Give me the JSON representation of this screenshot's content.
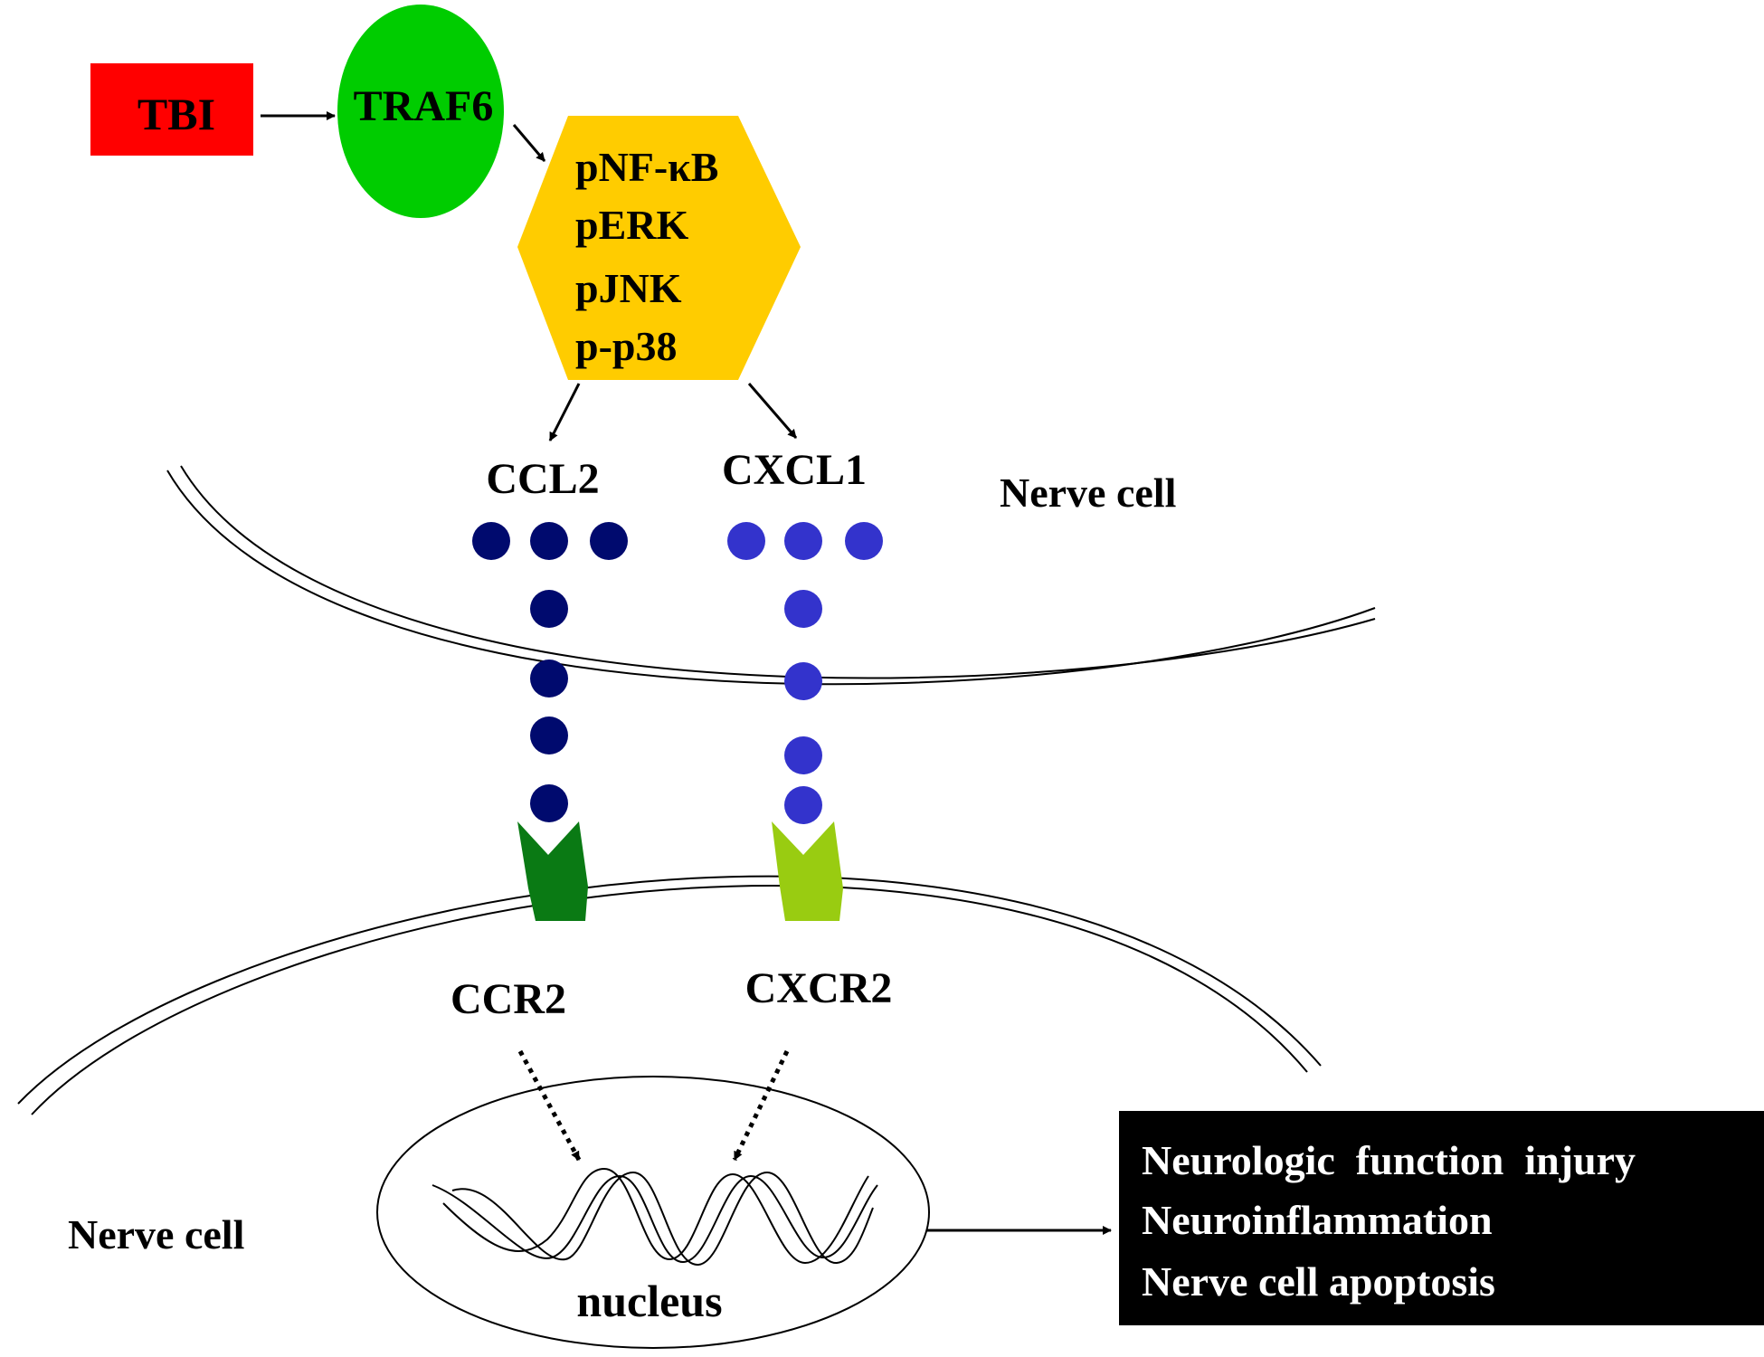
{
  "nodes": {
    "tbi": {
      "label": "TBI",
      "color": "#ff0000"
    },
    "traf6": {
      "label": "TRAF6",
      "color": "#00cc00"
    },
    "kinases": {
      "lines": [
        "pNF-κB",
        "pERK",
        "pJNK",
        "p-p38"
      ],
      "color": "#ffcc00"
    },
    "ccl2": {
      "label": "CCL2",
      "dot_color": "#000a6e"
    },
    "cxcl1": {
      "label": "CXCL1",
      "dot_color": "#3333cc"
    },
    "ccr2": {
      "label": "CCR2",
      "color": "#0a7a14"
    },
    "cxcr2": {
      "label": "CXCR2",
      "color": "#99cc11"
    },
    "nucleus": {
      "label": "nucleus"
    },
    "nerve_cell_top": {
      "label": "Nerve cell"
    },
    "nerve_cell_bottom": {
      "label": "Nerve cell"
    },
    "outcomes": {
      "lines": [
        "Neurologic  function  injury",
        "Neuroinflammation",
        "Nerve cell apoptosis"
      ],
      "color": "#000000"
    }
  }
}
